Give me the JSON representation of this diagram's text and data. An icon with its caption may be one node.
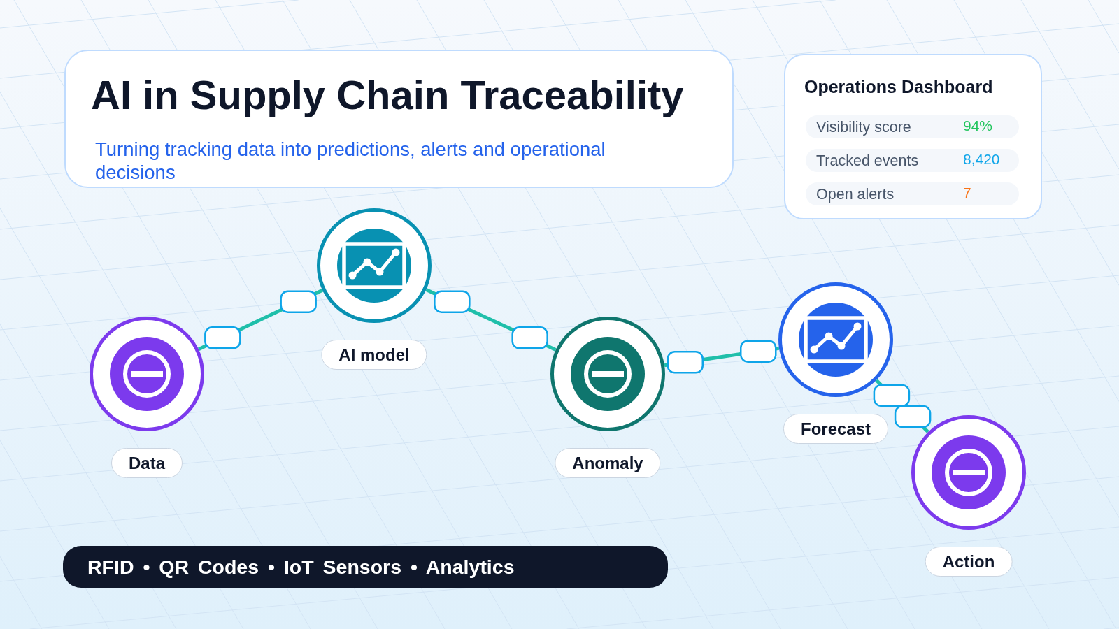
{
  "diagram": {
    "title": "AI in Supply Chain Traceability",
    "caption": "Turning tracking data into predictions, alerts and operational decisions",
    "nodes": [
      {
        "text": [
          "Operations Dashboard"
        ]
      },
      {
        "text": [
          "Visibility score",
          "94%"
        ],
        "in": 0
      },
      {
        "text": [
          "Tracked events",
          "8,420"
        ],
        "in": 0
      },
      {
        "text": [
          "Open alerts",
          "7"
        ],
        "in": 0
      },
      {
        "text": [
          "Data"
        ]
      },
      {
        "text": [
          "AI model"
        ]
      },
      {
        "text": [
          "Anomaly"
        ]
      },
      {
        "text": [
          "Forecast"
        ]
      },
      {
        "text": [
          "Action"
        ]
      },
      {
        "text": [
          "RFID • QR Codes • IoT Sensors • Analytics"
        ]
      }
    ],
    "edges": [
      {
        "from": 4,
        "to": 5,
        "arrow": "other"
      },
      {
        "from": 5,
        "to": 6,
        "arrow": "other"
      },
      {
        "from": 6,
        "to": 7,
        "arrow": "other"
      },
      {
        "from": 7,
        "to": 8,
        "arrow": "other"
      }
    ]
  }
}
